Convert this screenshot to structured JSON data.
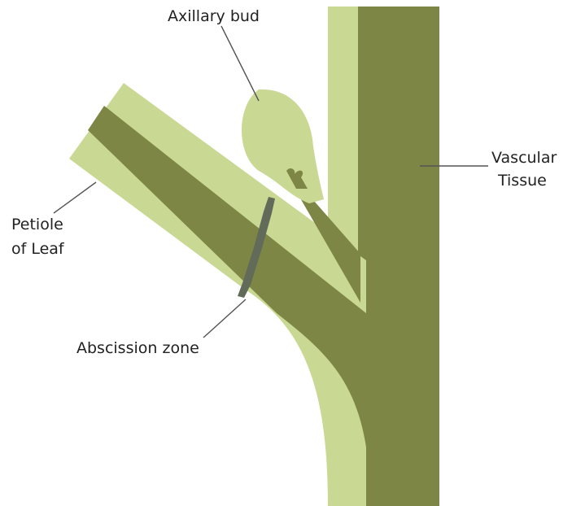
{
  "labels": {
    "axillary_bud": "Axillary bud",
    "vascular_tissue_line1": "Vascular",
    "vascular_tissue_line2": "Tissue",
    "petiole_line1": "Petiole",
    "petiole_line2": "of Leaf",
    "abscission_zone": "Abscission zone"
  },
  "colors": {
    "light_tissue": "#c9d893",
    "vascular_tissue": "#7e8645",
    "abscission_zone": "#626a59",
    "leader_line": "#555555",
    "text": "#222222"
  }
}
